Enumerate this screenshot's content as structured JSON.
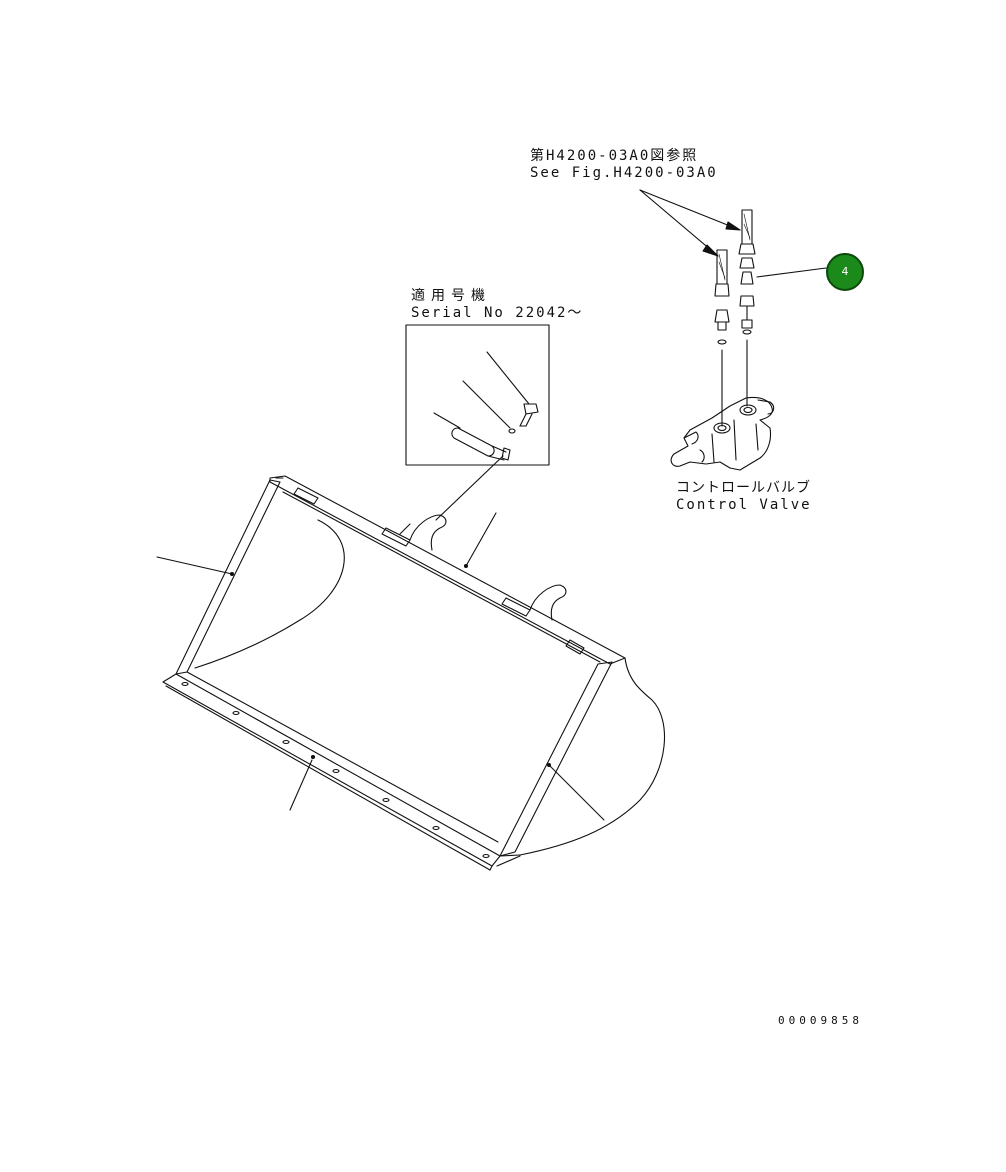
{
  "reference_note": {
    "line1": "第H4200-03A0図参照",
    "line2": "See Fig.H4200-03A0"
  },
  "serial_note": {
    "line1": "適用号機",
    "line2": "Serial No 22042～"
  },
  "control_valve": {
    "label_jp": "コントロールバルブ",
    "label_en": "Control Valve"
  },
  "callouts": [
    {
      "number": "4",
      "color": "#1b8a1b"
    }
  ],
  "drawing_number": "00009858",
  "colors": {
    "line": "#111111",
    "background": "#ffffff",
    "callout_fill": "#1b8a1b"
  }
}
